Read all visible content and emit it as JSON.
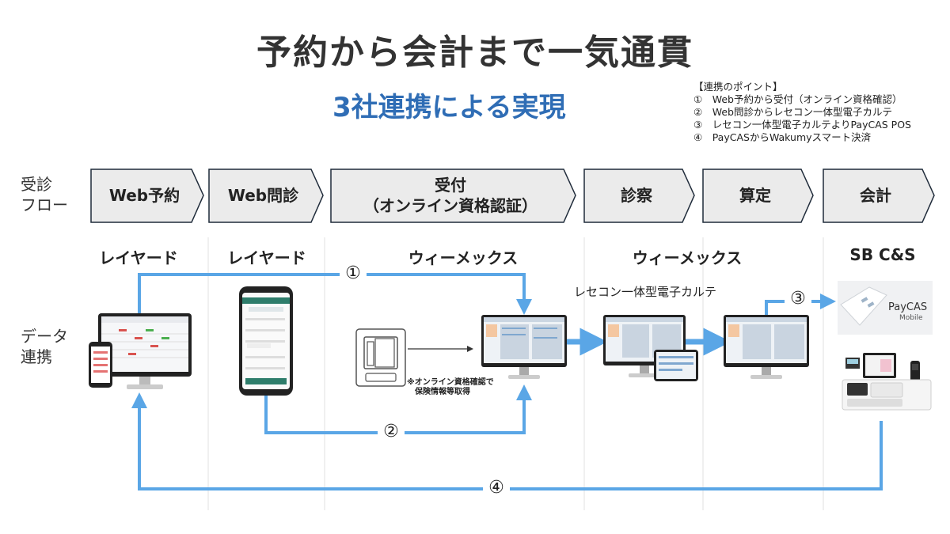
{
  "header": {
    "title": "予約から会計まで一気通貫",
    "subtitle": "3社連携による実現"
  },
  "points": {
    "heading": "【連携のポイント】",
    "items": [
      "①　Web予約から受付（オンライン資格確認）",
      "②　Web問診からレセコン一体型電子カルテ",
      "③　レセコン一体型電子カルテよりPayCAS POS",
      "④　PayCASからWakumyスマート決済"
    ]
  },
  "rows": {
    "flow_label_1": "受診",
    "flow_label_2": "フロー",
    "data_label_1": "データ",
    "data_label_2": "連携"
  },
  "flow": [
    {
      "label": "Web予約"
    },
    {
      "label": "Web問診"
    },
    {
      "label": "受付",
      "sub": "（オンライン資格認証）"
    },
    {
      "label": "診察"
    },
    {
      "label": "算定"
    },
    {
      "label": "会計"
    }
  ],
  "vendors": [
    "レイヤード",
    "レイヤード",
    "ウィーメックス",
    "ウィーメックス",
    "SB C&S"
  ],
  "captions": {
    "emr": "レセコン一体型電子カルテ",
    "note_1": "※オンライン資格確認で",
    "note_2": "保険情報等取得",
    "paycas": "PayCAS",
    "paycas_sub": "Mobile"
  },
  "links": [
    "①",
    "②",
    "③",
    "④"
  ],
  "colors": {
    "arrow": "#5aa6e6",
    "chevron_fill": "#ebebeb",
    "chevron_stroke": "#1f2b3a",
    "subtitle": "#2f6db5"
  }
}
